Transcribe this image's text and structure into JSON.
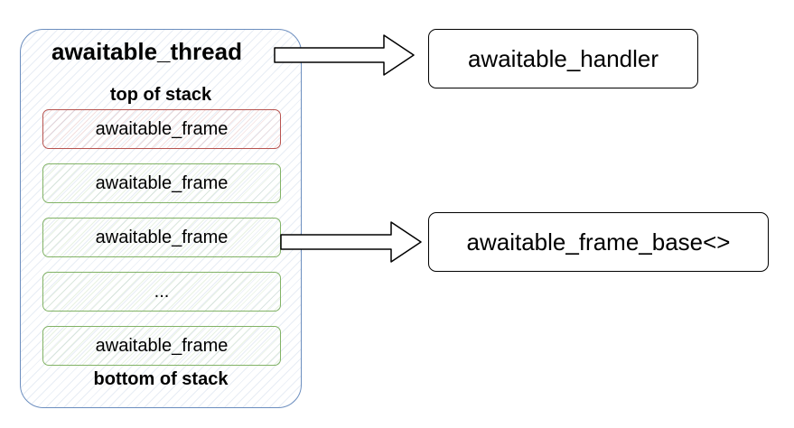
{
  "thread": {
    "title": "awaitable_thread",
    "top_label": "top of stack",
    "bottom_label": "bottom of stack",
    "frames": [
      {
        "label": "awaitable_frame",
        "state": "top"
      },
      {
        "label": "awaitable_frame",
        "state": "normal"
      },
      {
        "label": "awaitable_frame",
        "state": "normal"
      },
      {
        "label": "...",
        "state": "normal"
      },
      {
        "label": "awaitable_frame",
        "state": "normal"
      }
    ]
  },
  "handler_box": {
    "label": "awaitable_handler"
  },
  "base_box": {
    "label": "awaitable_frame_base<>"
  },
  "colors": {
    "thread_border": "#6c8ebf",
    "frame_border": "#82b366",
    "top_frame_border": "#b85450",
    "box_border": "#000000"
  }
}
